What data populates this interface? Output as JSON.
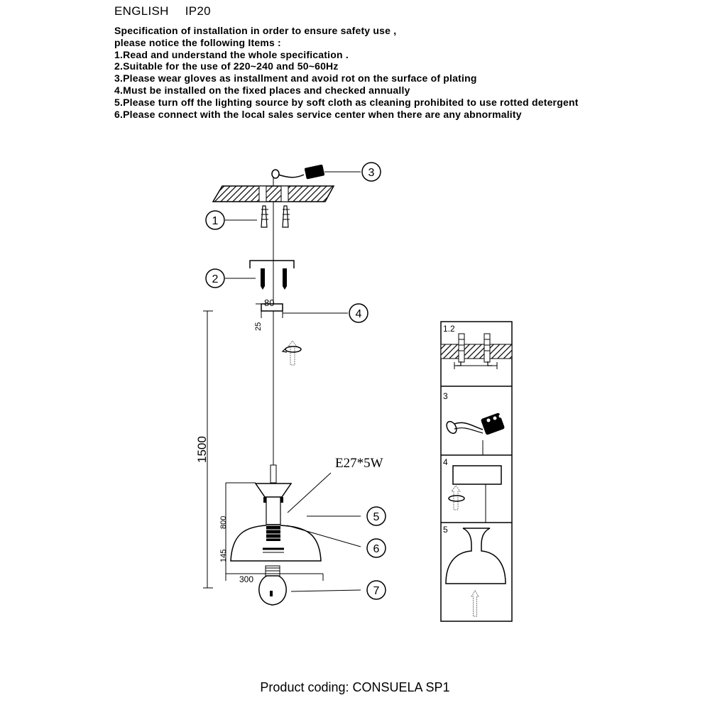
{
  "header": {
    "language": "ENGLISH",
    "ip_rating": "IP20"
  },
  "spec": {
    "lines": [
      "Specification of installation in order to ensure safety use ,",
      "please notice the following Items :",
      "1.Read and understand the whole specification .",
      "2.Suitable for the use of 220~240 and 50~60Hz",
      "3.Please wear gloves as installment and avoid rot on the surface of plating",
      "4.Must be installed on the fixed places and checked annually",
      "5.Please turn off the lighting source by soft cloth as cleaning prohibited to use rotted detergent",
      "6.Please connect with the local sales service center when there are any abnormality"
    ]
  },
  "diagram": {
    "callouts": [
      "1",
      "2",
      "3",
      "4",
      "5",
      "6",
      "7"
    ],
    "dimensions": {
      "width_canopy": "80",
      "height_canopy": "25",
      "total_height": "1500",
      "shade_height": "800",
      "lower_height": "145",
      "shade_width": "300"
    },
    "bulb_label": "E27*5W"
  },
  "steps": {
    "labels": [
      "1.2",
      "3",
      "4",
      "5"
    ]
  },
  "footer": {
    "product": "Product coding: CONSUELA SP1"
  }
}
